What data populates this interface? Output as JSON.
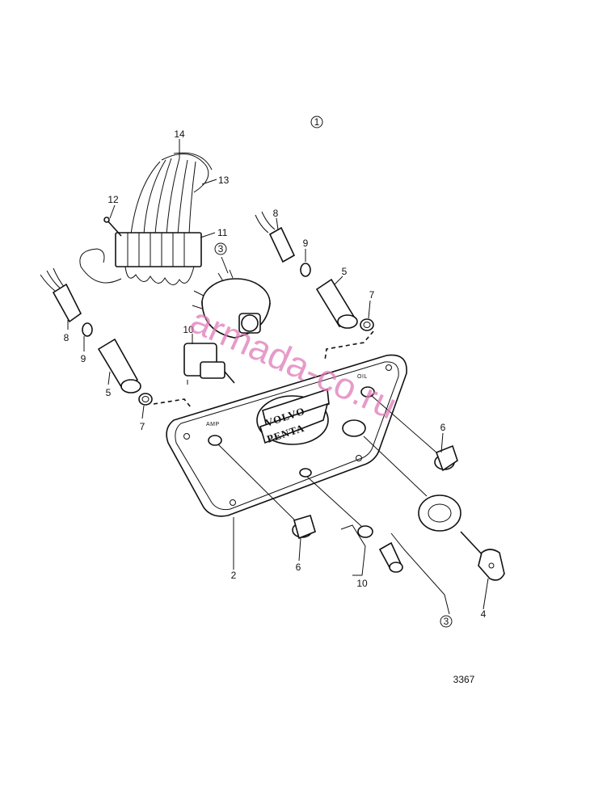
{
  "labels": {
    "l1": "1",
    "l14": "14",
    "l13": "13",
    "l12": "12",
    "l11": "11",
    "l3a": "3",
    "l8a": "8",
    "l9a": "9",
    "l5a": "5",
    "l7a": "7",
    "l8b": "8",
    "l9b": "9",
    "l5b": "5",
    "l7b": "7",
    "l10a": "10",
    "l6a": "6",
    "l6b": "6",
    "l2": "2",
    "l10b": "10",
    "l3b": "3",
    "l4": "4"
  },
  "plate": {
    "amp": "AMP",
    "oil": "OIL",
    "brand_line1": "VOLVO",
    "brand_line2": "PENTA"
  },
  "figure_number": "3367",
  "watermark": "armada-co.ru"
}
